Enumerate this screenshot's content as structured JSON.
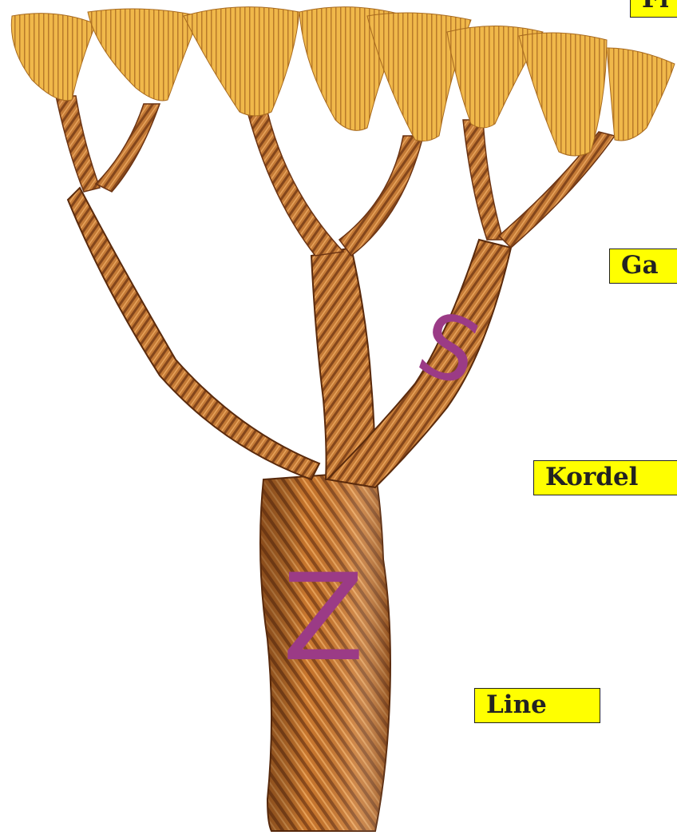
{
  "labels": {
    "top": "Fi",
    "garn": "Ga",
    "kordel": "Kordel",
    "line": "Line"
  },
  "twist_letters": {
    "upper": "S",
    "lower": "Z"
  },
  "colors": {
    "label_bg": "#ffff00",
    "twist_letter": "#9b3b86",
    "fiber_light": "#f0b84a",
    "rope_mid": "#c9772e",
    "rope_dark": "#7a3d15"
  }
}
